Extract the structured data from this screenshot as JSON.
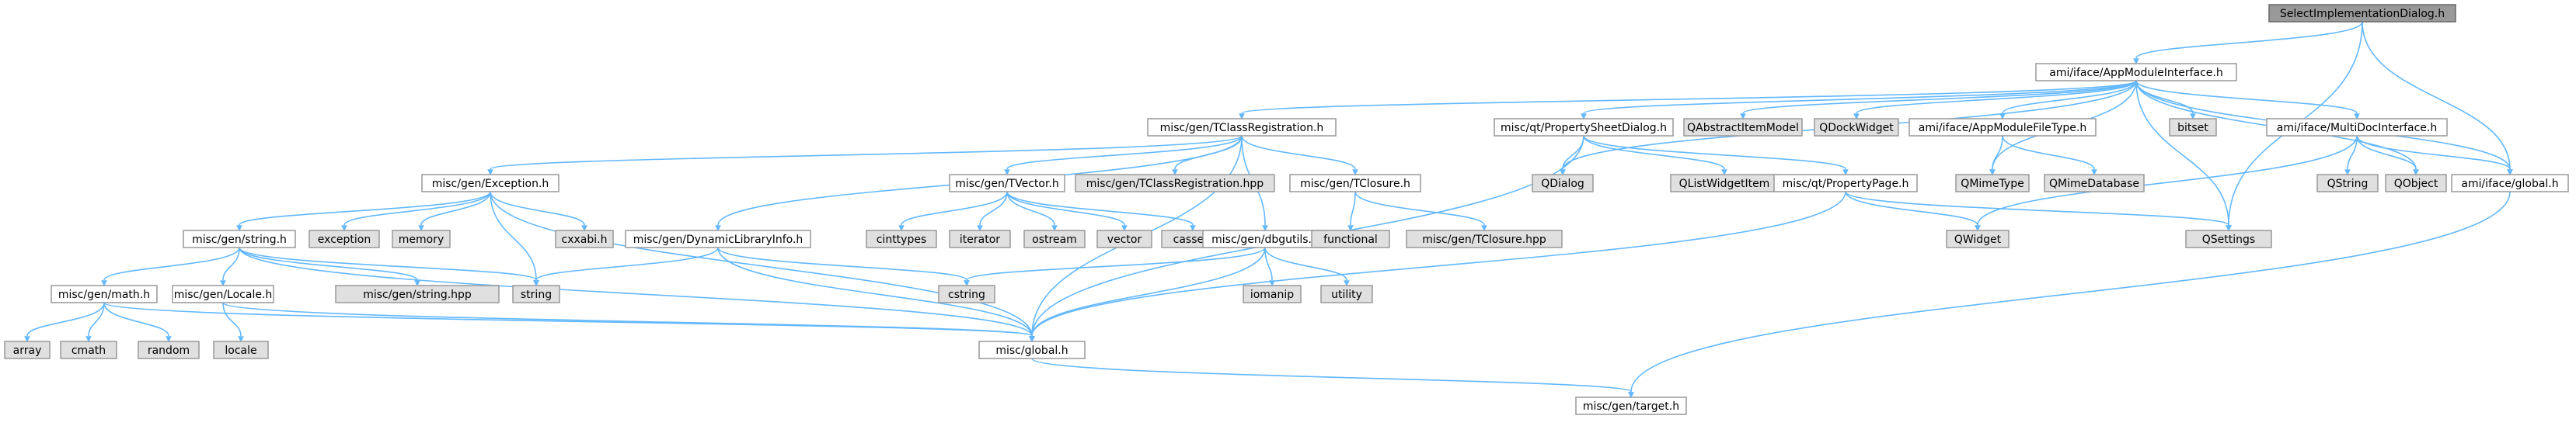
{
  "diagram": {
    "nodes": [
      {
        "id": "root",
        "label": "SelectImplementationDialog.h",
        "style": "root"
      },
      {
        "id": "ami_app",
        "label": "ami/iface/AppModuleInterface.h",
        "style": "white"
      },
      {
        "id": "tclassreg",
        "label": "misc/gen/TClassRegistration.h",
        "style": "white"
      },
      {
        "id": "propsheet",
        "label": "misc/qt/PropertySheetDialog.h",
        "style": "white"
      },
      {
        "id": "qabstract",
        "label": "QAbstractItemModel",
        "style": "grey"
      },
      {
        "id": "qdock",
        "label": "QDockWidget",
        "style": "grey"
      },
      {
        "id": "appfiletype",
        "label": "ami/iface/AppModuleFileType.h",
        "style": "white"
      },
      {
        "id": "bitset",
        "label": "bitset",
        "style": "grey"
      },
      {
        "id": "multidoc",
        "label": "ami/iface/MultiDocInterface.h",
        "style": "white"
      },
      {
        "id": "exception_h",
        "label": "misc/gen/Exception.h",
        "style": "white"
      },
      {
        "id": "tvector",
        "label": "misc/gen/TVector.h",
        "style": "white"
      },
      {
        "id": "tclassreg_hpp",
        "label": "misc/gen/TClassRegistration.hpp",
        "style": "grey"
      },
      {
        "id": "tclosure",
        "label": "misc/gen/TClosure.h",
        "style": "white"
      },
      {
        "id": "qdialog",
        "label": "QDialog",
        "style": "grey"
      },
      {
        "id": "qlistwidget",
        "label": "QListWidgetItem",
        "style": "grey"
      },
      {
        "id": "proppage",
        "label": "misc/qt/PropertyPage.h",
        "style": "white"
      },
      {
        "id": "qmimetype",
        "label": "QMimeType",
        "style": "grey"
      },
      {
        "id": "qmimedb",
        "label": "QMimeDatabase",
        "style": "grey"
      },
      {
        "id": "qstring",
        "label": "QString",
        "style": "grey"
      },
      {
        "id": "qobject",
        "label": "QObject",
        "style": "grey"
      },
      {
        "id": "ami_global",
        "label": "ami/iface/global.h",
        "style": "white"
      },
      {
        "id": "string_h",
        "label": "misc/gen/string.h",
        "style": "white"
      },
      {
        "id": "exception",
        "label": "exception",
        "style": "grey"
      },
      {
        "id": "memory",
        "label": "memory",
        "style": "grey"
      },
      {
        "id": "cxxabi",
        "label": "cxxabi.h",
        "style": "grey"
      },
      {
        "id": "dynlib",
        "label": "misc/gen/DynamicLibraryInfo.h",
        "style": "white"
      },
      {
        "id": "cinttypes",
        "label": "cinttypes",
        "style": "grey"
      },
      {
        "id": "iterator",
        "label": "iterator",
        "style": "grey"
      },
      {
        "id": "ostream",
        "label": "ostream",
        "style": "grey"
      },
      {
        "id": "vector",
        "label": "vector",
        "style": "grey"
      },
      {
        "id": "cassert",
        "label": "cassert",
        "style": "grey"
      },
      {
        "id": "dbgutils",
        "label": "misc/gen/dbgutils.h",
        "style": "white"
      },
      {
        "id": "functional",
        "label": "functional",
        "style": "grey"
      },
      {
        "id": "tclosure_hpp",
        "label": "misc/gen/TClosure.hpp",
        "style": "grey"
      },
      {
        "id": "qwidget",
        "label": "QWidget",
        "style": "grey"
      },
      {
        "id": "qsettings",
        "label": "QSettings",
        "style": "grey"
      },
      {
        "id": "math_h",
        "label": "misc/gen/math.h",
        "style": "white"
      },
      {
        "id": "locale_h",
        "label": "misc/gen/Locale.h",
        "style": "white"
      },
      {
        "id": "string_hpp",
        "label": "misc/gen/string.hpp",
        "style": "grey"
      },
      {
        "id": "string",
        "label": "string",
        "style": "grey"
      },
      {
        "id": "cstring",
        "label": "cstring",
        "style": "grey"
      },
      {
        "id": "iomanip",
        "label": "iomanip",
        "style": "grey"
      },
      {
        "id": "utility",
        "label": "utility",
        "style": "grey"
      },
      {
        "id": "array",
        "label": "array",
        "style": "grey"
      },
      {
        "id": "cmath",
        "label": "cmath",
        "style": "grey"
      },
      {
        "id": "random",
        "label": "random",
        "style": "grey"
      },
      {
        "id": "locale",
        "label": "locale",
        "style": "grey"
      },
      {
        "id": "misc_global",
        "label": "misc/global.h",
        "style": "white"
      },
      {
        "id": "target",
        "label": "misc/gen/target.h",
        "style": "white"
      }
    ],
    "edges": [
      [
        "root",
        "ami_app"
      ],
      [
        "root",
        "ami_global"
      ],
      [
        "root",
        "qsettings"
      ],
      [
        "ami_app",
        "tclassreg"
      ],
      [
        "ami_app",
        "propsheet"
      ],
      [
        "ami_app",
        "qabstract"
      ],
      [
        "ami_app",
        "qdock"
      ],
      [
        "ami_app",
        "appfiletype"
      ],
      [
        "ami_app",
        "bitset"
      ],
      [
        "ami_app",
        "multidoc"
      ],
      [
        "ami_app",
        "qdialog"
      ],
      [
        "ami_app",
        "qmimetype"
      ],
      [
        "ami_app",
        "qsettings"
      ],
      [
        "ami_app",
        "qobject"
      ],
      [
        "ami_app",
        "ami_global"
      ],
      [
        "tclassreg",
        "exception_h"
      ],
      [
        "tclassreg",
        "dynlib"
      ],
      [
        "tclassreg",
        "tvector"
      ],
      [
        "tclassreg",
        "tclassreg_hpp"
      ],
      [
        "tclassreg",
        "tclosure"
      ],
      [
        "tclassreg",
        "dbgutils"
      ],
      [
        "tclassreg",
        "misc_global"
      ],
      [
        "propsheet",
        "qdialog"
      ],
      [
        "propsheet",
        "qlistwidget"
      ],
      [
        "propsheet",
        "proppage"
      ],
      [
        "propsheet",
        "misc_global"
      ],
      [
        "appfiletype",
        "qmimetype"
      ],
      [
        "appfiletype",
        "qmimedb"
      ],
      [
        "multidoc",
        "qstring"
      ],
      [
        "multidoc",
        "qobject"
      ],
      [
        "multidoc",
        "ami_global"
      ],
      [
        "multidoc",
        "qwidget"
      ],
      [
        "ami_global",
        "target"
      ],
      [
        "exception_h",
        "string_h"
      ],
      [
        "exception_h",
        "exception"
      ],
      [
        "exception_h",
        "memory"
      ],
      [
        "exception_h",
        "cxxabi"
      ],
      [
        "exception_h",
        "string"
      ],
      [
        "exception_h",
        "misc_global"
      ],
      [
        "tvector",
        "cinttypes"
      ],
      [
        "tvector",
        "iterator"
      ],
      [
        "tvector",
        "ostream"
      ],
      [
        "tvector",
        "vector"
      ],
      [
        "tvector",
        "cassert"
      ],
      [
        "tclosure",
        "functional"
      ],
      [
        "tclosure",
        "tclosure_hpp"
      ],
      [
        "proppage",
        "qwidget"
      ],
      [
        "proppage",
        "qsettings"
      ],
      [
        "proppage",
        "misc_global"
      ],
      [
        "dynlib",
        "string"
      ],
      [
        "dynlib",
        "cstring"
      ],
      [
        "dynlib",
        "misc_global"
      ],
      [
        "dbgutils",
        "cstring"
      ],
      [
        "dbgutils",
        "iomanip"
      ],
      [
        "dbgutils",
        "utility"
      ],
      [
        "dbgutils",
        "misc_global"
      ],
      [
        "string_h",
        "math_h"
      ],
      [
        "string_h",
        "locale_h"
      ],
      [
        "string_h",
        "string_hpp"
      ],
      [
        "string_h",
        "string"
      ],
      [
        "string_h",
        "misc_global"
      ],
      [
        "math_h",
        "array"
      ],
      [
        "math_h",
        "cmath"
      ],
      [
        "math_h",
        "random"
      ],
      [
        "math_h",
        "misc_global"
      ],
      [
        "locale_h",
        "locale"
      ],
      [
        "locale_h",
        "misc_global"
      ],
      [
        "misc_global",
        "target"
      ]
    ]
  }
}
